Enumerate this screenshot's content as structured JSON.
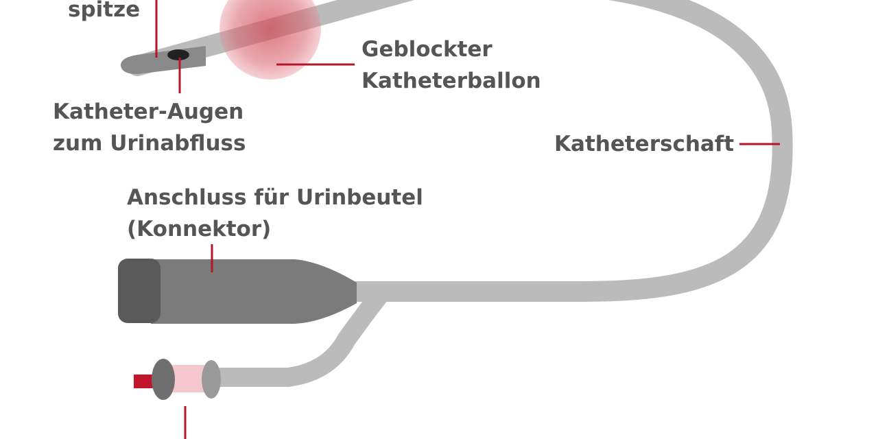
{
  "labels": {
    "tip": "spitze",
    "balloon": [
      "Geblockter",
      "Katheterballon"
    ],
    "eyes": [
      "Katheter-Augen",
      "zum Urinabfluss"
    ],
    "shaft": "Katheterschaft",
    "connector": [
      "Anschluss für Urinbeutel",
      "(Konnektor)"
    ]
  },
  "colors": {
    "text": "#555555",
    "leader_line": "#b5152b",
    "tube": "#bbbbbb",
    "connector_body": "#7b7b7b",
    "connector_cap": "#5a5a5a",
    "balloon": "#c8303f",
    "valve_red": "#c0152a",
    "valve_pink": "#f5c8cd"
  }
}
